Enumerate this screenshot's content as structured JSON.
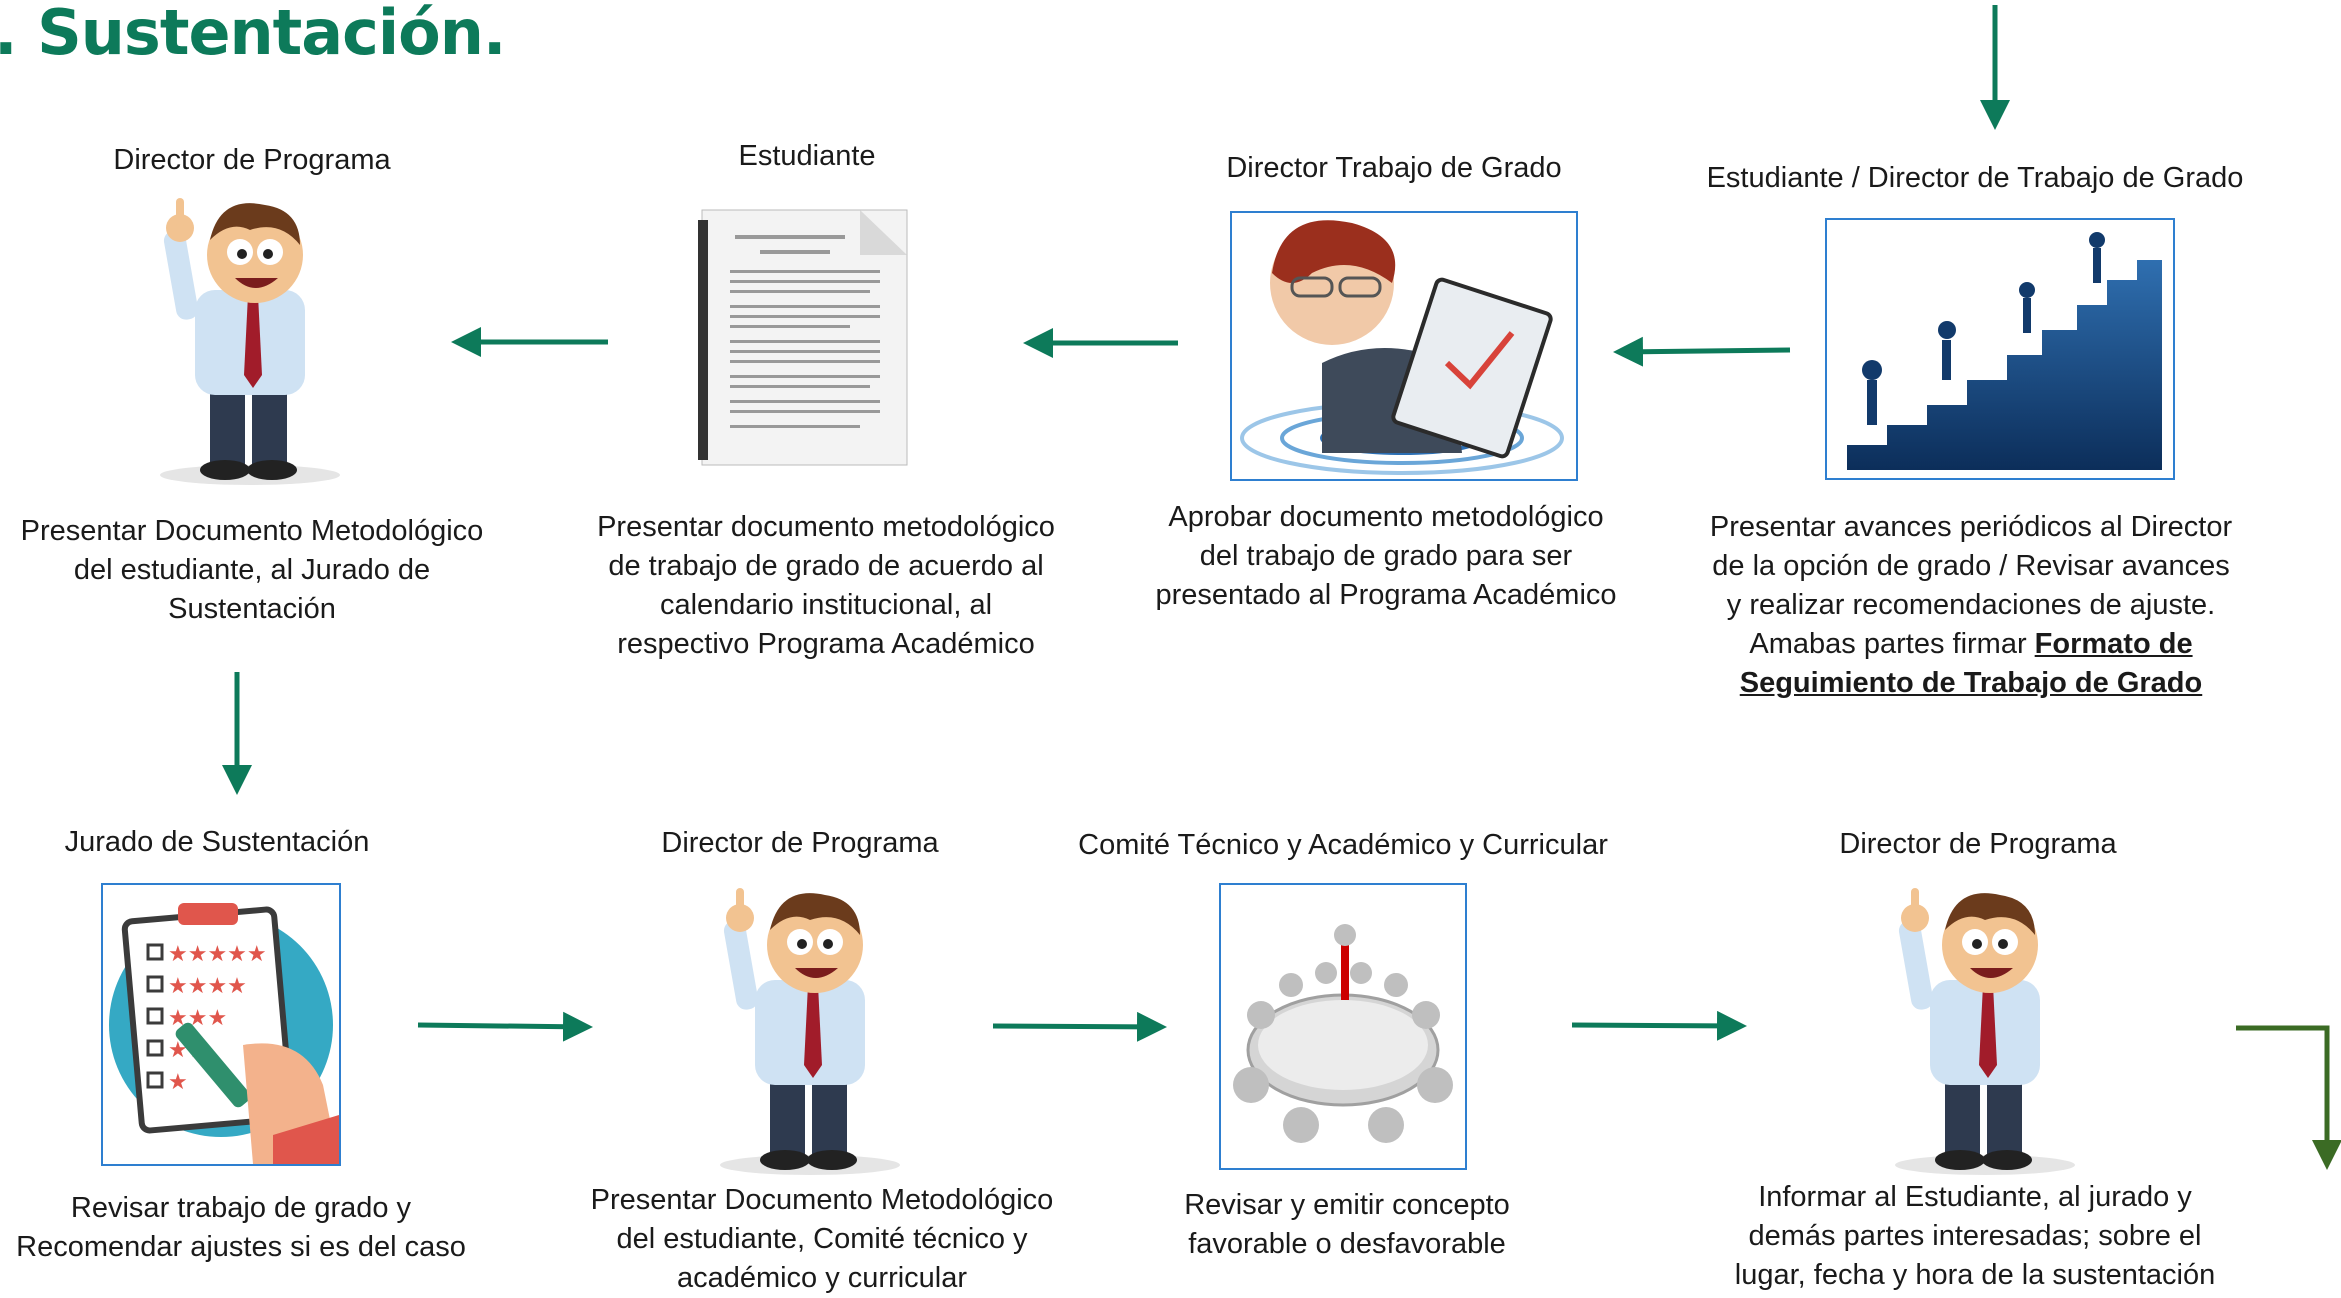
{
  "title": ". Sustentación.",
  "row1": [
    {
      "role": "Director de Programa",
      "desc": "Presentar Documento Metodológico del estudiante, al Jurado de Sustentación",
      "icon": "cartoon-man-icon"
    },
    {
      "role": "Estudiante",
      "desc": "Presentar documento metodológico de trabajo de grado de acuerdo al calendario institucional, al respectivo Programa Académico",
      "icon": "document-icon"
    },
    {
      "role": "Director Trabajo de Grado",
      "desc": "Aprobar documento metodológico del trabajo de grado para ser presentado al Programa Académico",
      "icon": "woman-clipboard-icon"
    },
    {
      "role": "Estudiante / Director de Trabajo de Grado",
      "desc": "Presentar avances periódicos al Director de la opción de grado / Revisar avances y realizar recomendaciones de ajuste. Amabas partes firmar",
      "desc_link": "Formato de Seguimiento de Trabajo de Grado",
      "icon": "stairs-progress-icon"
    }
  ],
  "row2": [
    {
      "role": "Jurado de Sustentación",
      "desc": "Revisar trabajo de grado y Recomendar ajustes si es del caso",
      "icon": "checklist-icon"
    },
    {
      "role": "Director de Programa",
      "desc": "Presentar Documento Metodológico del estudiante, Comité técnico y académico y curricular",
      "icon": "cartoon-man-icon"
    },
    {
      "role": "Comité Técnico y Académico y Curricular",
      "desc": "Revisar y emitir concepto favorable o desfavorable",
      "icon": "meeting-table-icon"
    },
    {
      "role": "Director de Programa",
      "desc": "Informar al Estudiante, al jurado y demás partes interesadas; sobre el lugar, fecha y hora de la sustentación",
      "icon": "cartoon-man-icon"
    }
  ],
  "colors": {
    "arrow": "#0d7a5a",
    "arrow_dark": "#3b6b24",
    "title": "#0d7a5a",
    "frame": "#2e7fd0"
  }
}
